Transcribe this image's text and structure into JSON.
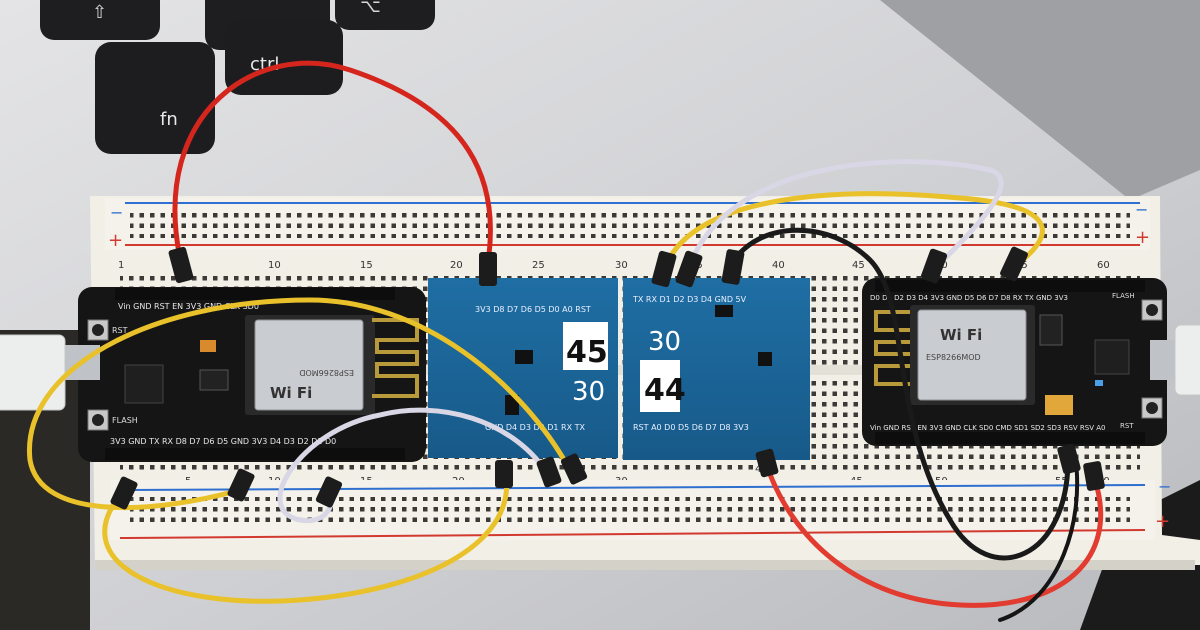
{
  "keyboard": {
    "keys": [
      "fn",
      "ctrl"
    ]
  },
  "breadboard": {
    "row_numbers": [
      "1",
      "5",
      "10",
      "15",
      "20",
      "25",
      "30",
      "35",
      "40",
      "45",
      "50",
      "55",
      "60"
    ],
    "rail_plus": "+",
    "rail_minus": "−"
  },
  "nodemcu_left": {
    "top_pins": "Vin GND RST EN 3V3 GND CLK SD0",
    "bottom_pins": "3V3 GND TX RX D8 D7 D6 D5 GND 3V3 D4 D3 D2 D1 D0",
    "wifi_label": "Wi Fi",
    "model": "ESP8266MOD",
    "rst": "RST",
    "flash": "FLASH"
  },
  "nodemcu_right": {
    "top_pins": "D0 D1 D2 D3 D4 3V3 GND D5 D6 D7 D8 RX TX GND 3V3",
    "bottom_pins": "Vin GND RST EN 3V3 GND CLK SD0 CMD SD1 SD2 SD3 RSV RSV A0",
    "wifi_label": "Wi Fi",
    "model": "ESP8266MOD",
    "rst": "RST",
    "flash": "FLASH"
  },
  "sensor_a": {
    "sticker": "45",
    "side_label": "30",
    "top_pins": "3V3 D8 D7 D6 D5 D0 A0 RST",
    "bottom_pins": "GND D4 D3 D2 D1 RX TX"
  },
  "sensor_b": {
    "sticker": "44",
    "side_label": "30",
    "top_pins": "TX RX D1 D2 D3 D4 GND 5V",
    "bottom_pins": "RST A0 D0 D5 D6 D7 D8 3V3"
  }
}
